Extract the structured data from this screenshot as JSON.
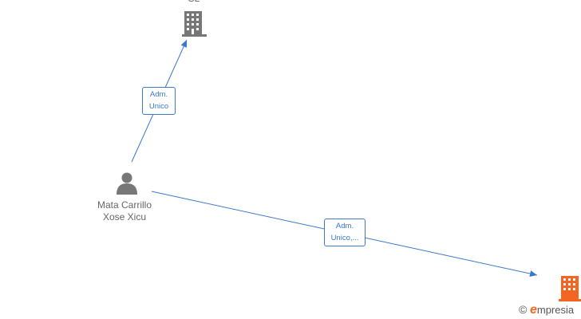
{
  "nodes": {
    "company_top": {
      "label": "SL",
      "icon": "building-icon",
      "color": "#777777"
    },
    "person": {
      "name_line1": "Mata Carrillo",
      "name_line2": "Xose Xicu",
      "icon": "person-icon",
      "color": "#777777"
    },
    "company_bottom": {
      "label": "",
      "icon": "building-icon",
      "color": "#f26522"
    }
  },
  "edges": {
    "to_top": {
      "line1": "Adm.",
      "line2": "Unico"
    },
    "to_bottom": {
      "line1": "Adm.",
      "line2": "Unico,..."
    }
  },
  "edge_color": "#3a78c9",
  "watermark": {
    "symbol": "©",
    "brand_letter": "e",
    "brand_rest": "mpresia"
  }
}
